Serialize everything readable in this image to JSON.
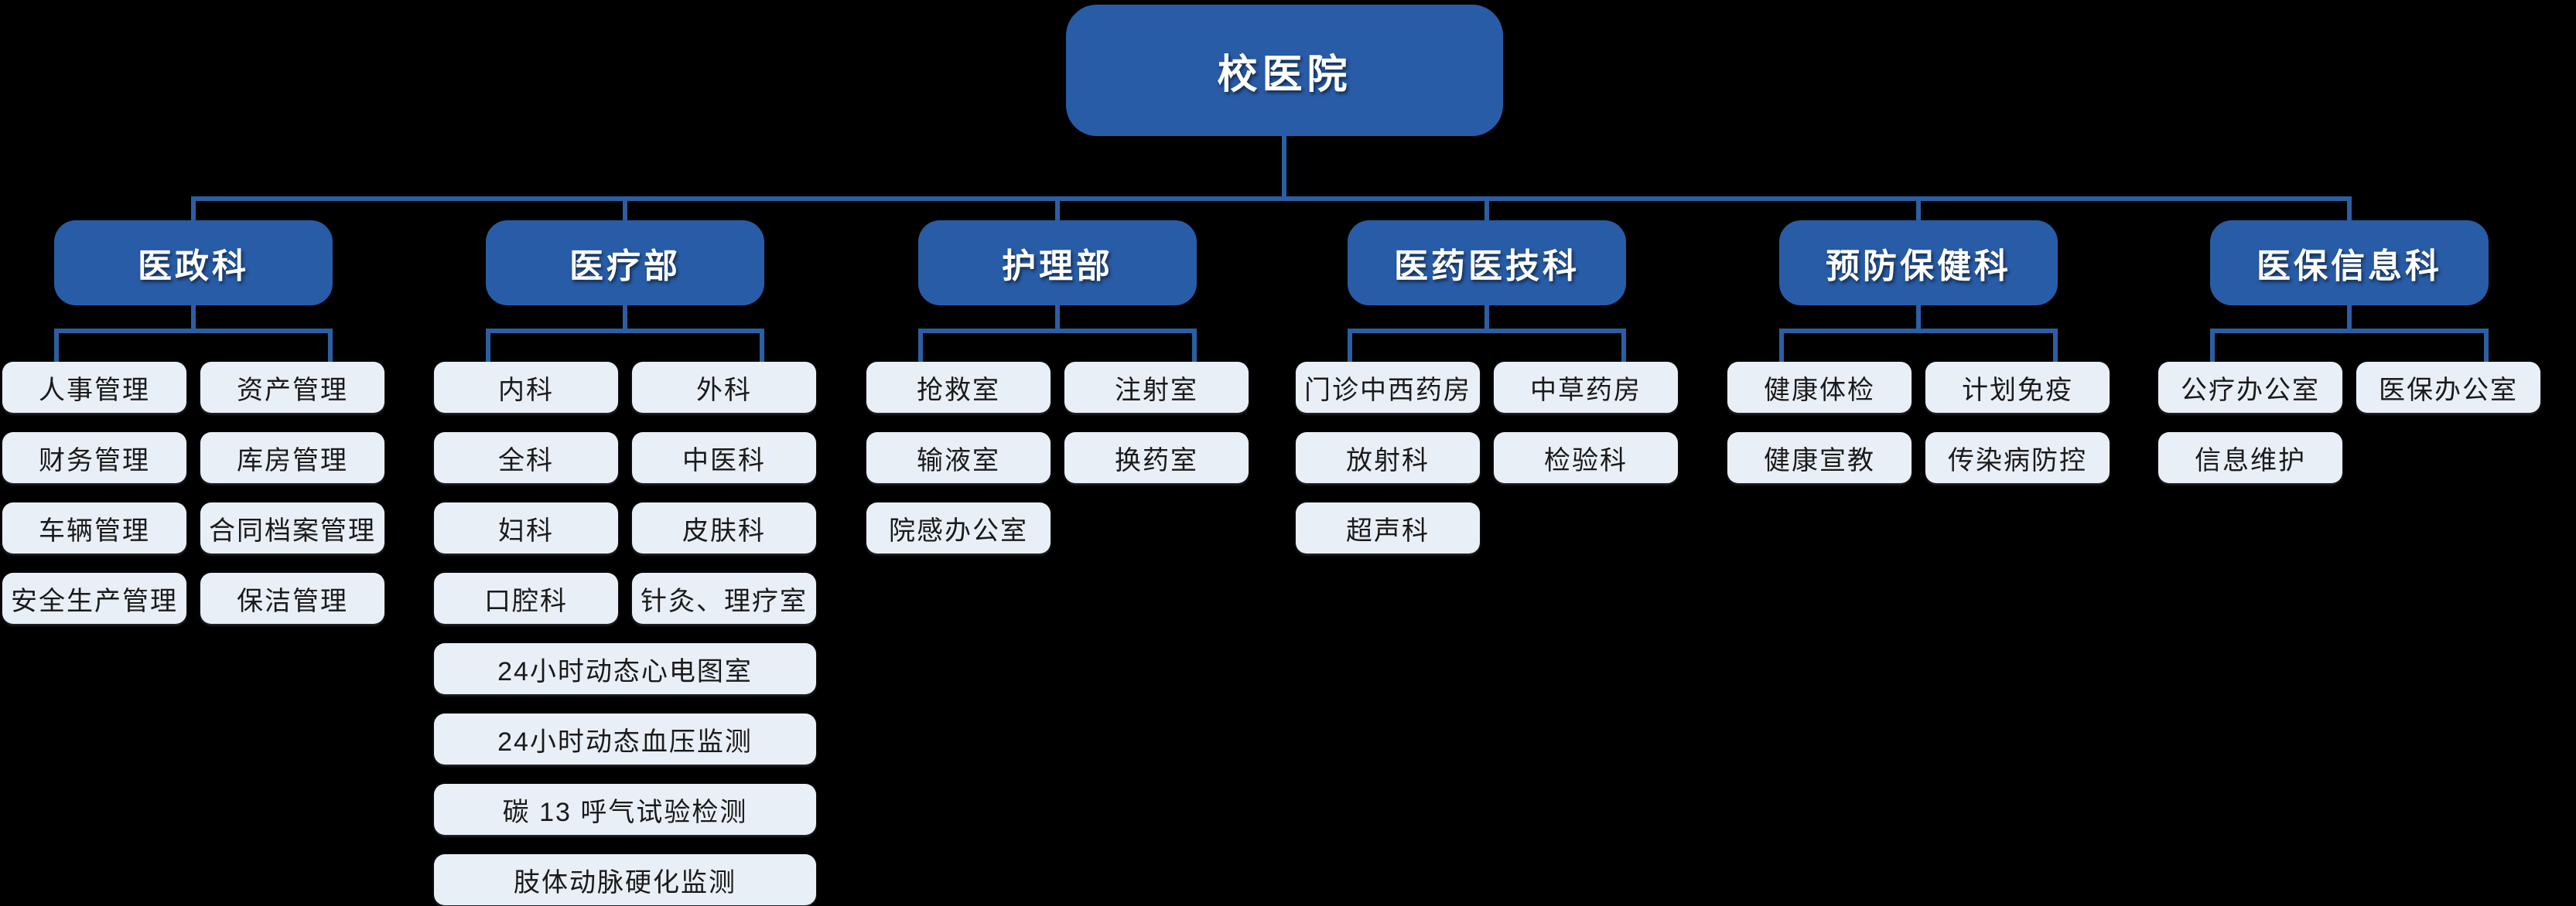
{
  "root": {
    "label": "校医院"
  },
  "colors": {
    "background": "#000000",
    "node_blue": "#285CA7",
    "connector_blue": "#2B5FA3",
    "leaf_background": "#E9EFF7",
    "leaf_text": "#1A1A1A",
    "header_text": "#FFFFFF"
  },
  "branches": [
    {
      "slug": "medical-administration",
      "title": "医政科",
      "children": [
        "人事管理",
        "资产管理",
        "财务管理",
        "库房管理",
        "车辆管理",
        "合同档案管理",
        "安全生产管理",
        "保洁管理"
      ],
      "wide_children": []
    },
    {
      "slug": "medical-department",
      "title": "医疗部",
      "children": [
        "内科",
        "外科",
        "全科",
        "中医科",
        "妇科",
        "皮肤科",
        "口腔科",
        "针灸、理疗室"
      ],
      "wide_children": [
        "24小时动态心电图室",
        "24小时动态血压监测",
        "碳 13 呼气试验检测",
        "肢体动脉硬化监测"
      ]
    },
    {
      "slug": "nursing-department",
      "title": "护理部",
      "children": [
        "抢救室",
        "注射室",
        "输液室",
        "换药室",
        "院感办公室"
      ],
      "wide_children": []
    },
    {
      "slug": "pharmacy-medical-tech",
      "title": "医药医技科",
      "children": [
        "门诊中西药房",
        "中草药房",
        "放射科",
        "检验科",
        "超声科"
      ],
      "wide_children": []
    },
    {
      "slug": "preventive-healthcare",
      "title": "预防保健科",
      "children": [
        "健康体检",
        "计划免疫",
        "健康宣教",
        "传染病防控"
      ],
      "wide_children": []
    },
    {
      "slug": "insurance-information",
      "title": "医保信息科",
      "children": [
        "公疗办公室",
        "医保办公室",
        "信息维护"
      ],
      "wide_children": []
    }
  ]
}
